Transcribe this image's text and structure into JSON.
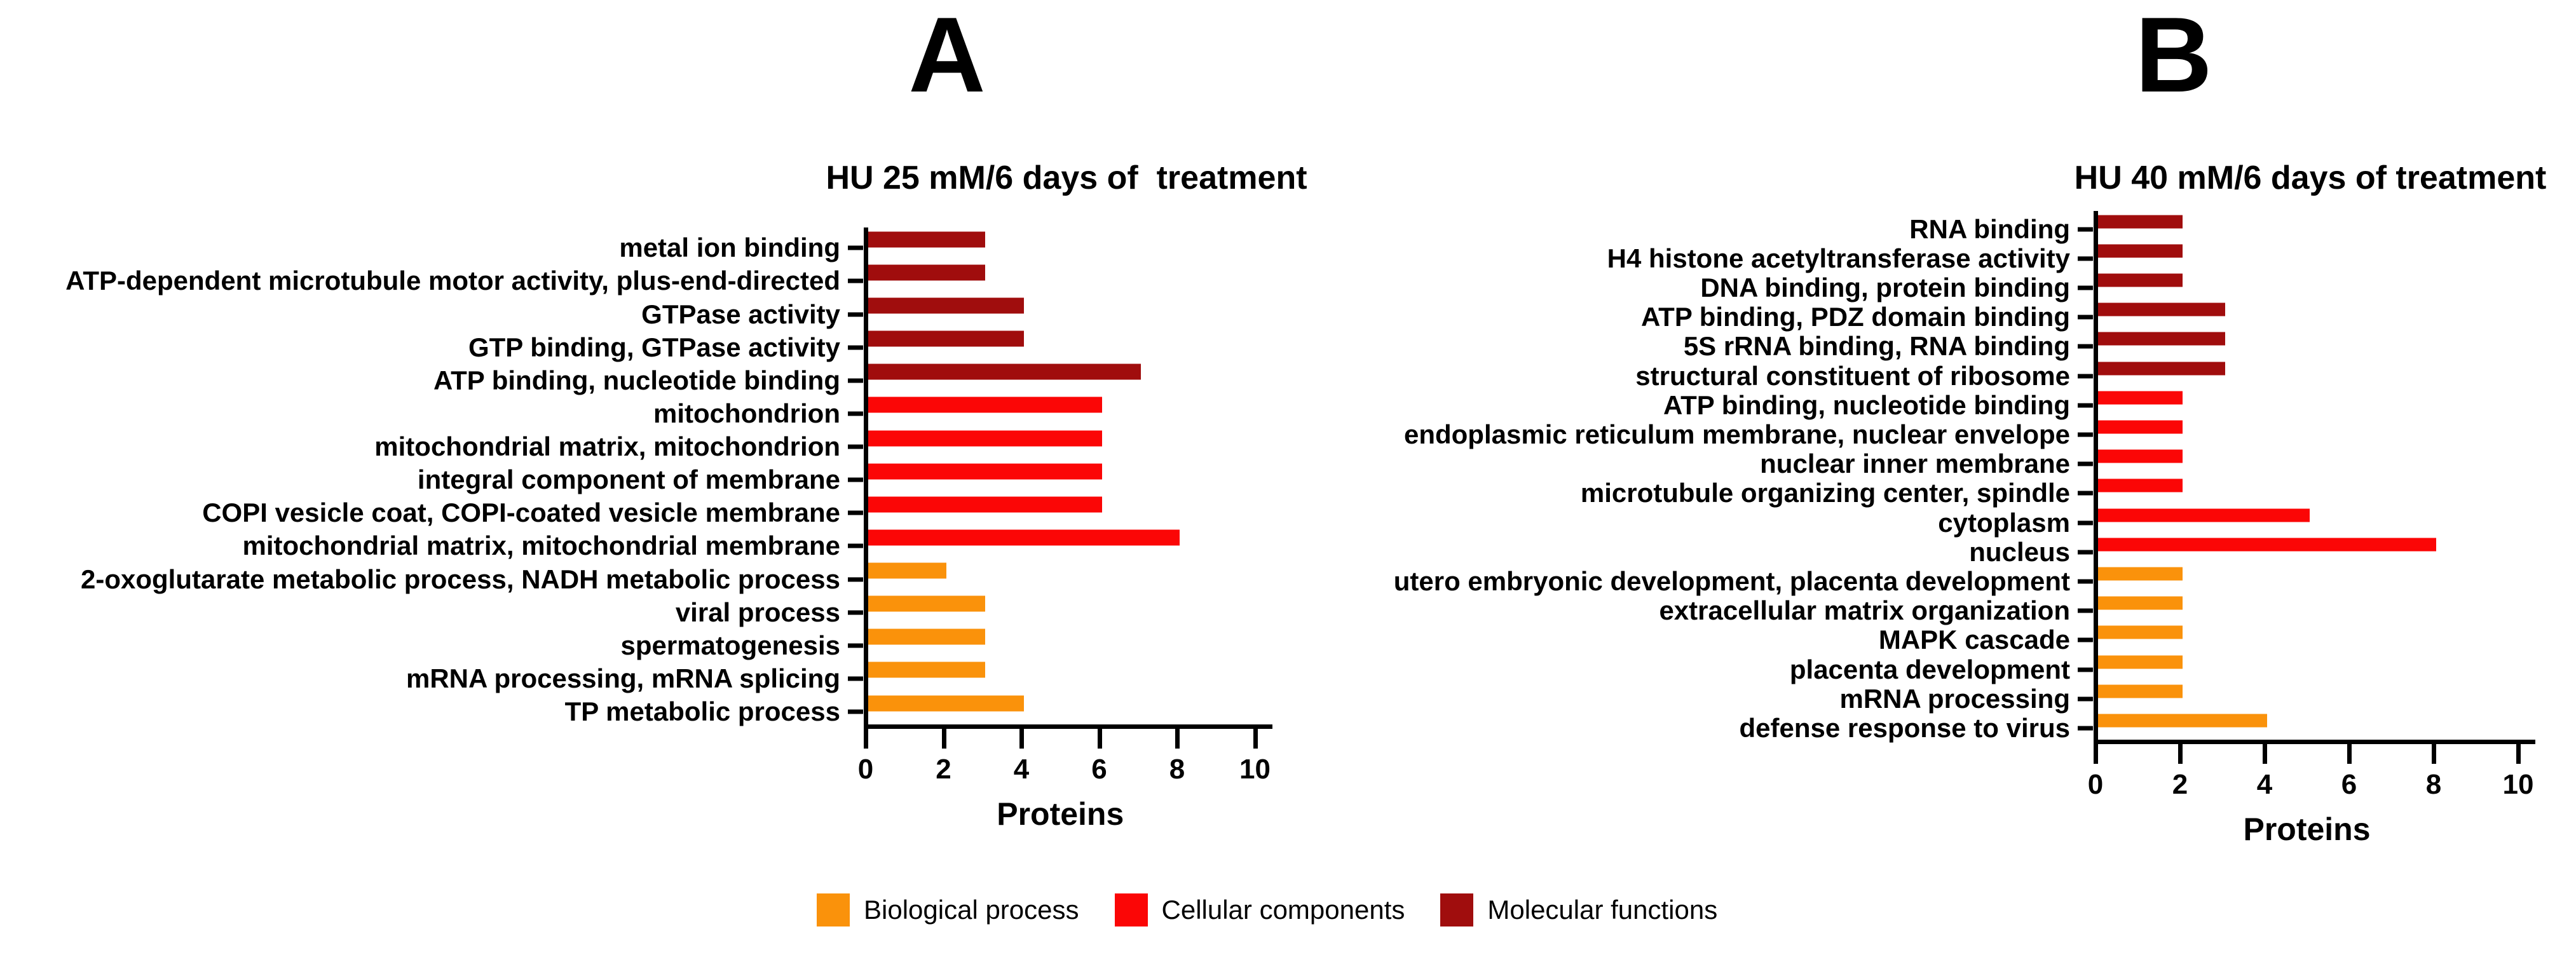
{
  "figure_type": "grouped GO-term horizontal bar charts",
  "colors": {
    "biological": "#FA920B",
    "cellular": "#FB0606",
    "molecular": "#A00D0D",
    "axis": "#000000"
  },
  "chart_data": [
    {
      "type": "bar",
      "orientation": "horizontal",
      "panel_letter": "A",
      "title": "HU 25 mM/6 days of  treatment",
      "xlabel": "Proteins",
      "xlim": [
        0,
        10
      ],
      "xticks": [
        0,
        2,
        4,
        6,
        8,
        10
      ],
      "grid": false,
      "legend_position": "bottom",
      "categories": [
        "metal ion binding",
        "ATP-dependent microtubule motor activity, plus-end-directed",
        "GTPase activity",
        "GTP binding, GTPase activity",
        "ATP binding, nucleotide binding",
        "mitochondrion",
        "mitochondrial matrix, mitochondrion",
        "integral component of membrane",
        "COPI vesicle coat, COPI-coated vesicle membrane",
        "mitochondrial matrix, mitochondrial membrane",
        "2-oxoglutarate metabolic process, NADH metabolic process",
        "viral process",
        "spermatogenesis",
        "mRNA processing, mRNA splicing",
        "TP metabolic process"
      ],
      "values": [
        3,
        3,
        4,
        4,
        7,
        6,
        6,
        6,
        6,
        8,
        2,
        3,
        3,
        3,
        4
      ],
      "series_category": [
        "molecular",
        "molecular",
        "molecular",
        "molecular",
        "molecular",
        "cellular",
        "cellular",
        "cellular",
        "cellular",
        "cellular",
        "biological",
        "biological",
        "biological",
        "biological",
        "biological"
      ]
    },
    {
      "type": "bar",
      "orientation": "horizontal",
      "panel_letter": "B",
      "title": "HU 40 mM/6 days of treatment",
      "xlabel": "Proteins",
      "xlim": [
        0,
        10
      ],
      "xticks": [
        0,
        2,
        4,
        6,
        8,
        10
      ],
      "grid": false,
      "legend_position": "bottom",
      "categories": [
        "RNA binding",
        "H4 histone acetyltransferase activity",
        "DNA binding, protein binding",
        "ATP binding, PDZ domain binding",
        "5S rRNA binding, RNA binding",
        "structural constituent of ribosome",
        "ATP binding, nucleotide binding",
        "endoplasmic reticulum membrane, nuclear envelope",
        "nuclear inner membrane",
        "microtubule organizing center, spindle",
        "cytoplasm",
        "nucleus",
        "utero embryonic development, placenta development",
        "extracellular matrix organization",
        "MAPK cascade",
        "placenta development",
        "mRNA processing",
        "defense response to virus"
      ],
      "values": [
        2,
        2,
        2,
        3,
        3,
        3,
        2,
        2,
        2,
        2,
        5,
        8,
        2,
        2,
        2,
        2,
        2,
        4
      ],
      "series_category": [
        "molecular",
        "molecular",
        "molecular",
        "molecular",
        "molecular",
        "molecular",
        "cellular",
        "cellular",
        "cellular",
        "cellular",
        "cellular",
        "cellular",
        "biological",
        "biological",
        "biological",
        "biological",
        "biological",
        "biological"
      ]
    }
  ],
  "legend": [
    {
      "label": "Biological process",
      "color_key": "biological"
    },
    {
      "label": "Cellular components",
      "color_key": "cellular"
    },
    {
      "label": "Molecular functions",
      "color_key": "molecular"
    }
  ]
}
